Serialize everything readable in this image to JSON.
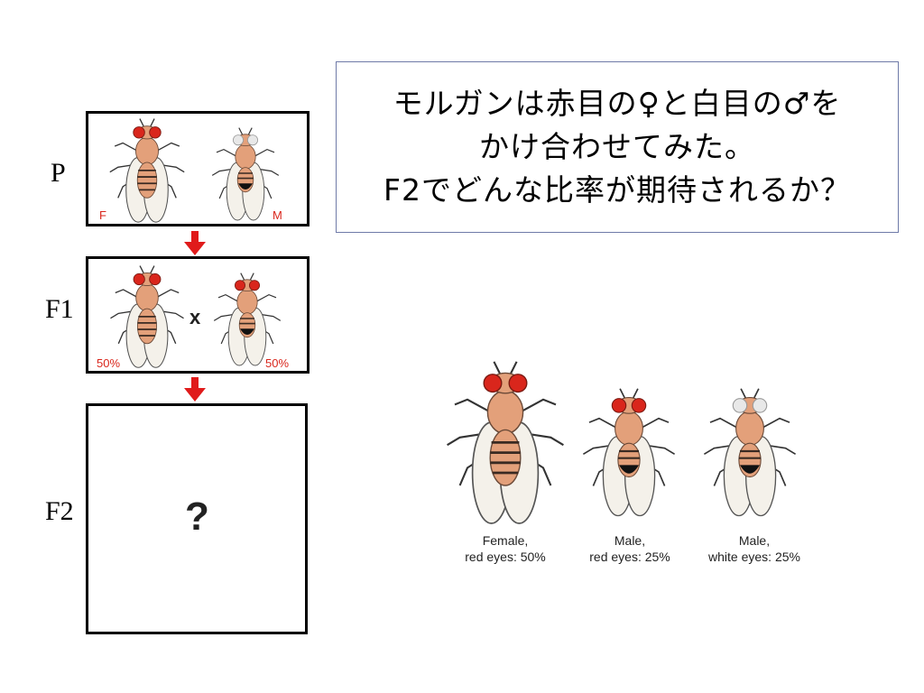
{
  "generations": {
    "p": "P",
    "f1": "F1",
    "f2": "F2"
  },
  "p_panel": {
    "female_label": "F",
    "male_label": "M"
  },
  "f1_panel": {
    "cross_symbol": "x",
    "left_percent": "50%",
    "right_percent": "50%"
  },
  "f2_panel": {
    "question": "?"
  },
  "callout": {
    "line1": "モルガンは赤目の♀と白目の♂を",
    "line2": "かけ合わせてみた。",
    "line3": "F2でどんな比率が期待されるか？"
  },
  "results": [
    {
      "line1": "Female,",
      "line2": "red eyes:  50%"
    },
    {
      "line1": "Male,",
      "line2": "red eyes:  25%"
    },
    {
      "line1": "Male,",
      "line2": "white eyes:  25%"
    }
  ],
  "colors": {
    "arrow": "#e01b1b",
    "red_eye": "#d9261c",
    "white_eye": "#e8e8e8",
    "body": "#e3a07a",
    "wing": "#f4f1ea"
  }
}
